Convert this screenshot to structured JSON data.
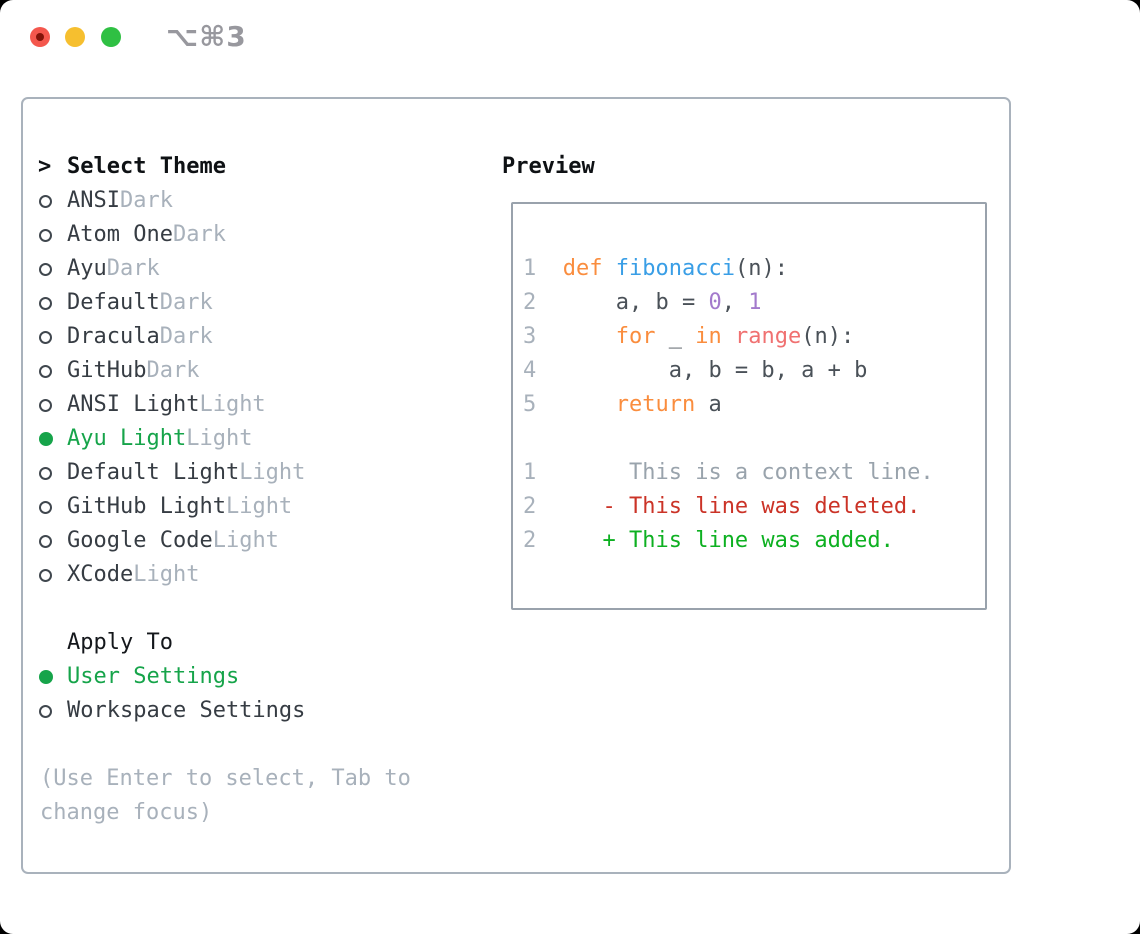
{
  "window": {
    "title": "⌥⌘3"
  },
  "titlebar": {
    "buttons": [
      "close",
      "minimize",
      "zoom"
    ]
  },
  "colors": {
    "selection_green": "#16a44a",
    "diff_added_green": "#0db021",
    "diff_deleted_red": "#cb3327",
    "keyword_orange": "#fa8d3e",
    "function_blue": "#399ee6",
    "number_purple": "#a37acc",
    "builtin_coral": "#f07171",
    "muted_gray": "#a8b1bb",
    "text_dark": "#363c43",
    "panel_border": "#a9b2bc",
    "traffic_red": "#f4574d",
    "traffic_yellow": "#f6bf2f",
    "traffic_green": "#2fc043"
  },
  "theme_panel": {
    "header_prefix": ">",
    "header_label": "Select Theme",
    "themes": [
      {
        "name": "ANSI",
        "variant": "Dark",
        "selected": false
      },
      {
        "name": "Atom One",
        "variant": "Dark",
        "selected": false
      },
      {
        "name": "Ayu",
        "variant": "Dark",
        "selected": false
      },
      {
        "name": "Default",
        "variant": "Dark",
        "selected": false
      },
      {
        "name": "Dracula",
        "variant": "Dark",
        "selected": false
      },
      {
        "name": "GitHub",
        "variant": "Dark",
        "selected": false
      },
      {
        "name": "ANSI Light",
        "variant": "Light",
        "selected": false
      },
      {
        "name": "Ayu Light",
        "variant": "Light",
        "selected": true
      },
      {
        "name": "Default Light",
        "variant": "Light",
        "selected": false
      },
      {
        "name": "GitHub Light",
        "variant": "Light",
        "selected": false
      },
      {
        "name": "Google Code",
        "variant": "Light",
        "selected": false
      },
      {
        "name": "XCode",
        "variant": "Light",
        "selected": false
      }
    ],
    "apply_label": "Apply To",
    "apply_options": [
      {
        "name": "User Settings",
        "selected": true
      },
      {
        "name": "Workspace Settings",
        "selected": false
      }
    ],
    "help_lines": [
      "(Use Enter to select, Tab to",
      "change focus)"
    ]
  },
  "preview_panel": {
    "label": "Preview",
    "code_lines": [
      [
        {
          "t": "1  ",
          "c": "ln"
        },
        {
          "t": "def",
          "c": "kw"
        },
        {
          "t": " ",
          "c": "pl"
        },
        {
          "t": "fibonacci",
          "c": "fn"
        },
        {
          "t": "(n):",
          "c": "pl"
        }
      ],
      [
        {
          "t": "2  ",
          "c": "ln"
        },
        {
          "t": "    a, b = ",
          "c": "pl"
        },
        {
          "t": "0",
          "c": "num"
        },
        {
          "t": ", ",
          "c": "pl"
        },
        {
          "t": "1",
          "c": "num"
        }
      ],
      [
        {
          "t": "3  ",
          "c": "ln"
        },
        {
          "t": "    ",
          "c": "pl"
        },
        {
          "t": "for",
          "c": "kw"
        },
        {
          "t": " _ ",
          "c": "pl"
        },
        {
          "t": "in",
          "c": "kw"
        },
        {
          "t": " ",
          "c": "pl"
        },
        {
          "t": "range",
          "c": "sp"
        },
        {
          "t": "(n):",
          "c": "pl"
        }
      ],
      [
        {
          "t": "4  ",
          "c": "ln"
        },
        {
          "t": "        a, b = b, a + b",
          "c": "pl"
        }
      ],
      [
        {
          "t": "5  ",
          "c": "ln"
        },
        {
          "t": "    ",
          "c": "pl"
        },
        {
          "t": "return",
          "c": "kw"
        },
        {
          "t": " a",
          "c": "pl"
        }
      ],
      [],
      [
        {
          "t": "1  ",
          "c": "ln"
        },
        {
          "t": "     This is a context line.",
          "c": "ctx"
        }
      ],
      [
        {
          "t": "2  ",
          "c": "ln"
        },
        {
          "t": "   - This line was deleted.",
          "c": "del"
        }
      ],
      [
        {
          "t": "2  ",
          "c": "ln"
        },
        {
          "t": "   + This line was added.",
          "c": "add"
        }
      ]
    ]
  }
}
